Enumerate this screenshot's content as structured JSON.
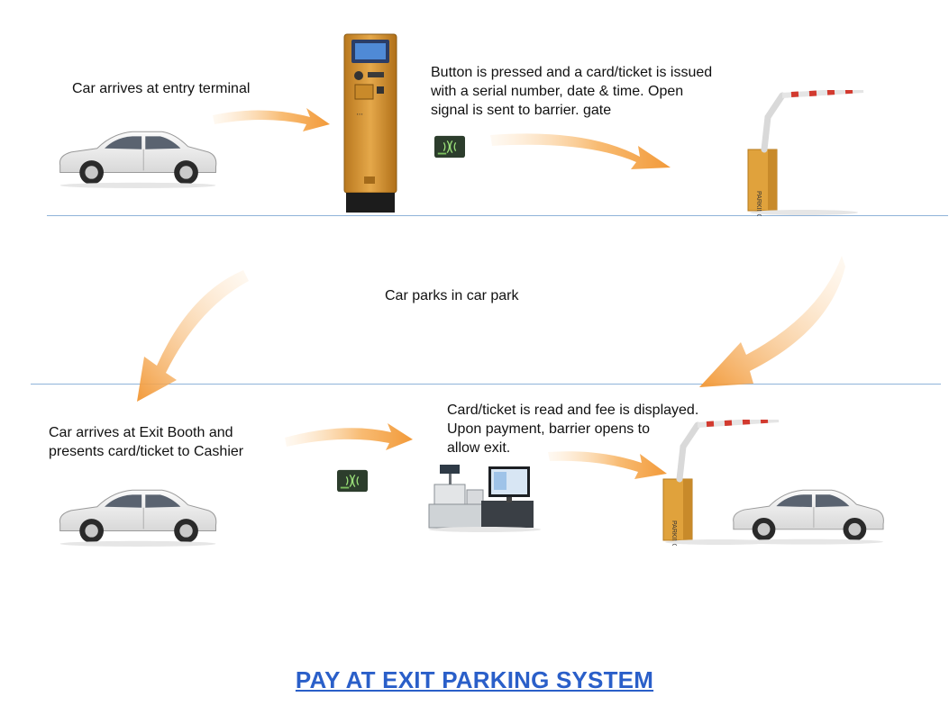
{
  "steps": {
    "car_arrives_entry": "Car arrives at entry terminal",
    "button_pressed": "Button is pressed and a card/ticket is issued\nwith a serial number, date & time. Open\nsignal  is sent to barrier. gate",
    "car_parks": "Car parks in car park",
    "car_arrives_exit": "Car arrives at Exit Booth and\npresents card/ticket to Cashier",
    "card_read": "Card/ticket is read and fee is displayed.\nUpon payment, barrier opens to\nallow exit."
  },
  "title": "PAY AT EXIT PARKING SYSTEM",
  "colors": {
    "arrow": "#f5a64a",
    "divider": "#8fb3d9",
    "title": "#2a5fc9",
    "terminal": "#d89a3a",
    "barrier_arm_red": "#d23a2f"
  },
  "icons": [
    "car-icon",
    "entry-terminal-icon",
    "rfid-card-icon",
    "barrier-gate-icon",
    "cashier-station-icon"
  ]
}
